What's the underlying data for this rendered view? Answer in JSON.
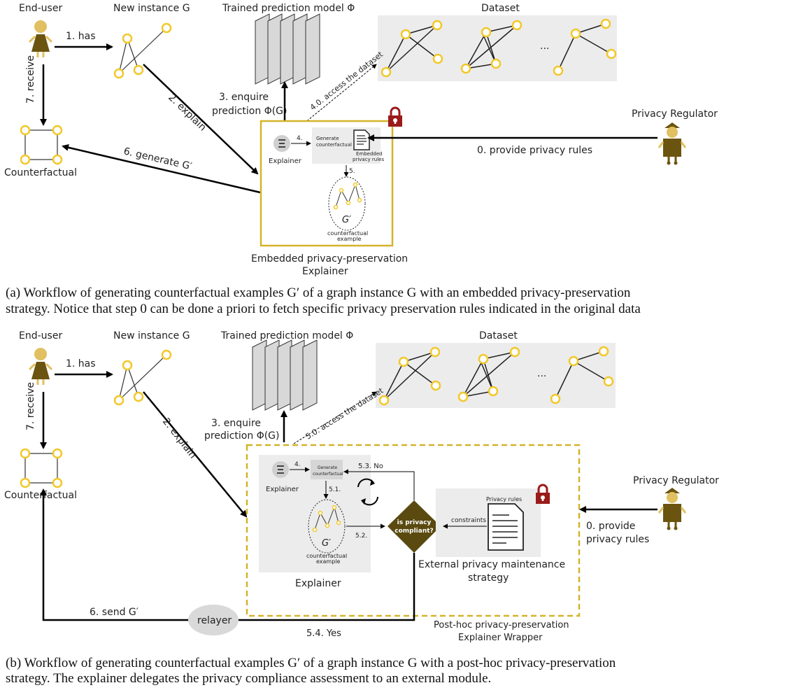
{
  "top": {
    "end_user": "End-user",
    "new_instance": "New instance G",
    "trained_model": "Trained prediction model Φ",
    "dataset": "Dataset",
    "dataset_ellipsis": "...",
    "has": "1. has",
    "receive": "7. receive",
    "explain": "2. explain",
    "enquire_1": "3. enquire",
    "enquire_2": "prediction Φ(G)",
    "access": "4.0. access the dataset",
    "generate": "6. generate G′",
    "counterfactual": "Counterfactual",
    "explainer": "Explainer",
    "step4": "4.",
    "generate_cf_1": "Generate",
    "generate_cf_2": "counterfactual",
    "embedded_rules_1": "Embedded",
    "embedded_rules_2": "privacy rules",
    "step5": "5.",
    "g_prime": "G′",
    "cf_example_1": "counterfactual",
    "cf_example_2": "example",
    "box_title_1": "Embedded privacy-preservation",
    "box_title_2": "Explainer",
    "privacy_regulator": "Privacy Regulator",
    "provide_rules": "0. provide privacy rules",
    "caption_1": "(a) Workflow of generating counterfactual examples G′ of a graph instance G with an embedded privacy-preservation",
    "caption_2": "strategy. Notice that step 0 can be done a priori to fetch specific privacy preservation rules indicated in the original data"
  },
  "bottom": {
    "end_user": "End-user",
    "new_instance": "New instance G",
    "trained_model": "Trained prediction model Φ",
    "dataset": "Dataset",
    "dataset_ellipsis": "...",
    "has": "1. has",
    "receive": "7. receive",
    "explain": "2. explain",
    "enquire_1": "3. enquire",
    "enquire_2": "prediction Φ(G)",
    "access": "5.0. access the dataset",
    "counterfactual": "Counterfactual",
    "explainer": "Explainer",
    "step4": "4.",
    "generate_cf_1": "Generate",
    "generate_cf_2": "counterfactual",
    "step51": "5.1.",
    "step52": "5.2.",
    "step53": "5.3. No",
    "step54": "5.4. Yes",
    "g_prime": "G′",
    "cf_example_1": "counterfactual",
    "cf_example_2": "example",
    "explainer_box": "Explainer",
    "is_privacy_1": "is privacy",
    "is_privacy_2": "compliant?",
    "constraints": "constraints",
    "privacy_rules": "Privacy rules",
    "external_1": "External privacy maintenance",
    "external_2": "strategy",
    "wrapper_1": "Post-hoc privacy-preservation",
    "wrapper_2": "Explainer Wrapper",
    "privacy_regulator": "Privacy Regulator",
    "provide_1": "0. provide",
    "provide_2": "privacy rules",
    "send": "6. send G′",
    "relayer": "relayer",
    "caption_1": "(b) Workflow of generating counterfactual examples G′ of a graph instance G with a post-hoc privacy-preservation",
    "caption_2": "strategy. The explainer delegates the privacy compliance assessment to an external module."
  },
  "colors": {
    "node": "#f2c82a",
    "user": "#6b5410",
    "user_head": "#e0c060",
    "lock": "#9b1b1b",
    "embedded_border": "#d4b32a",
    "diamond": "#5a4a10",
    "panel": "#ececec"
  }
}
